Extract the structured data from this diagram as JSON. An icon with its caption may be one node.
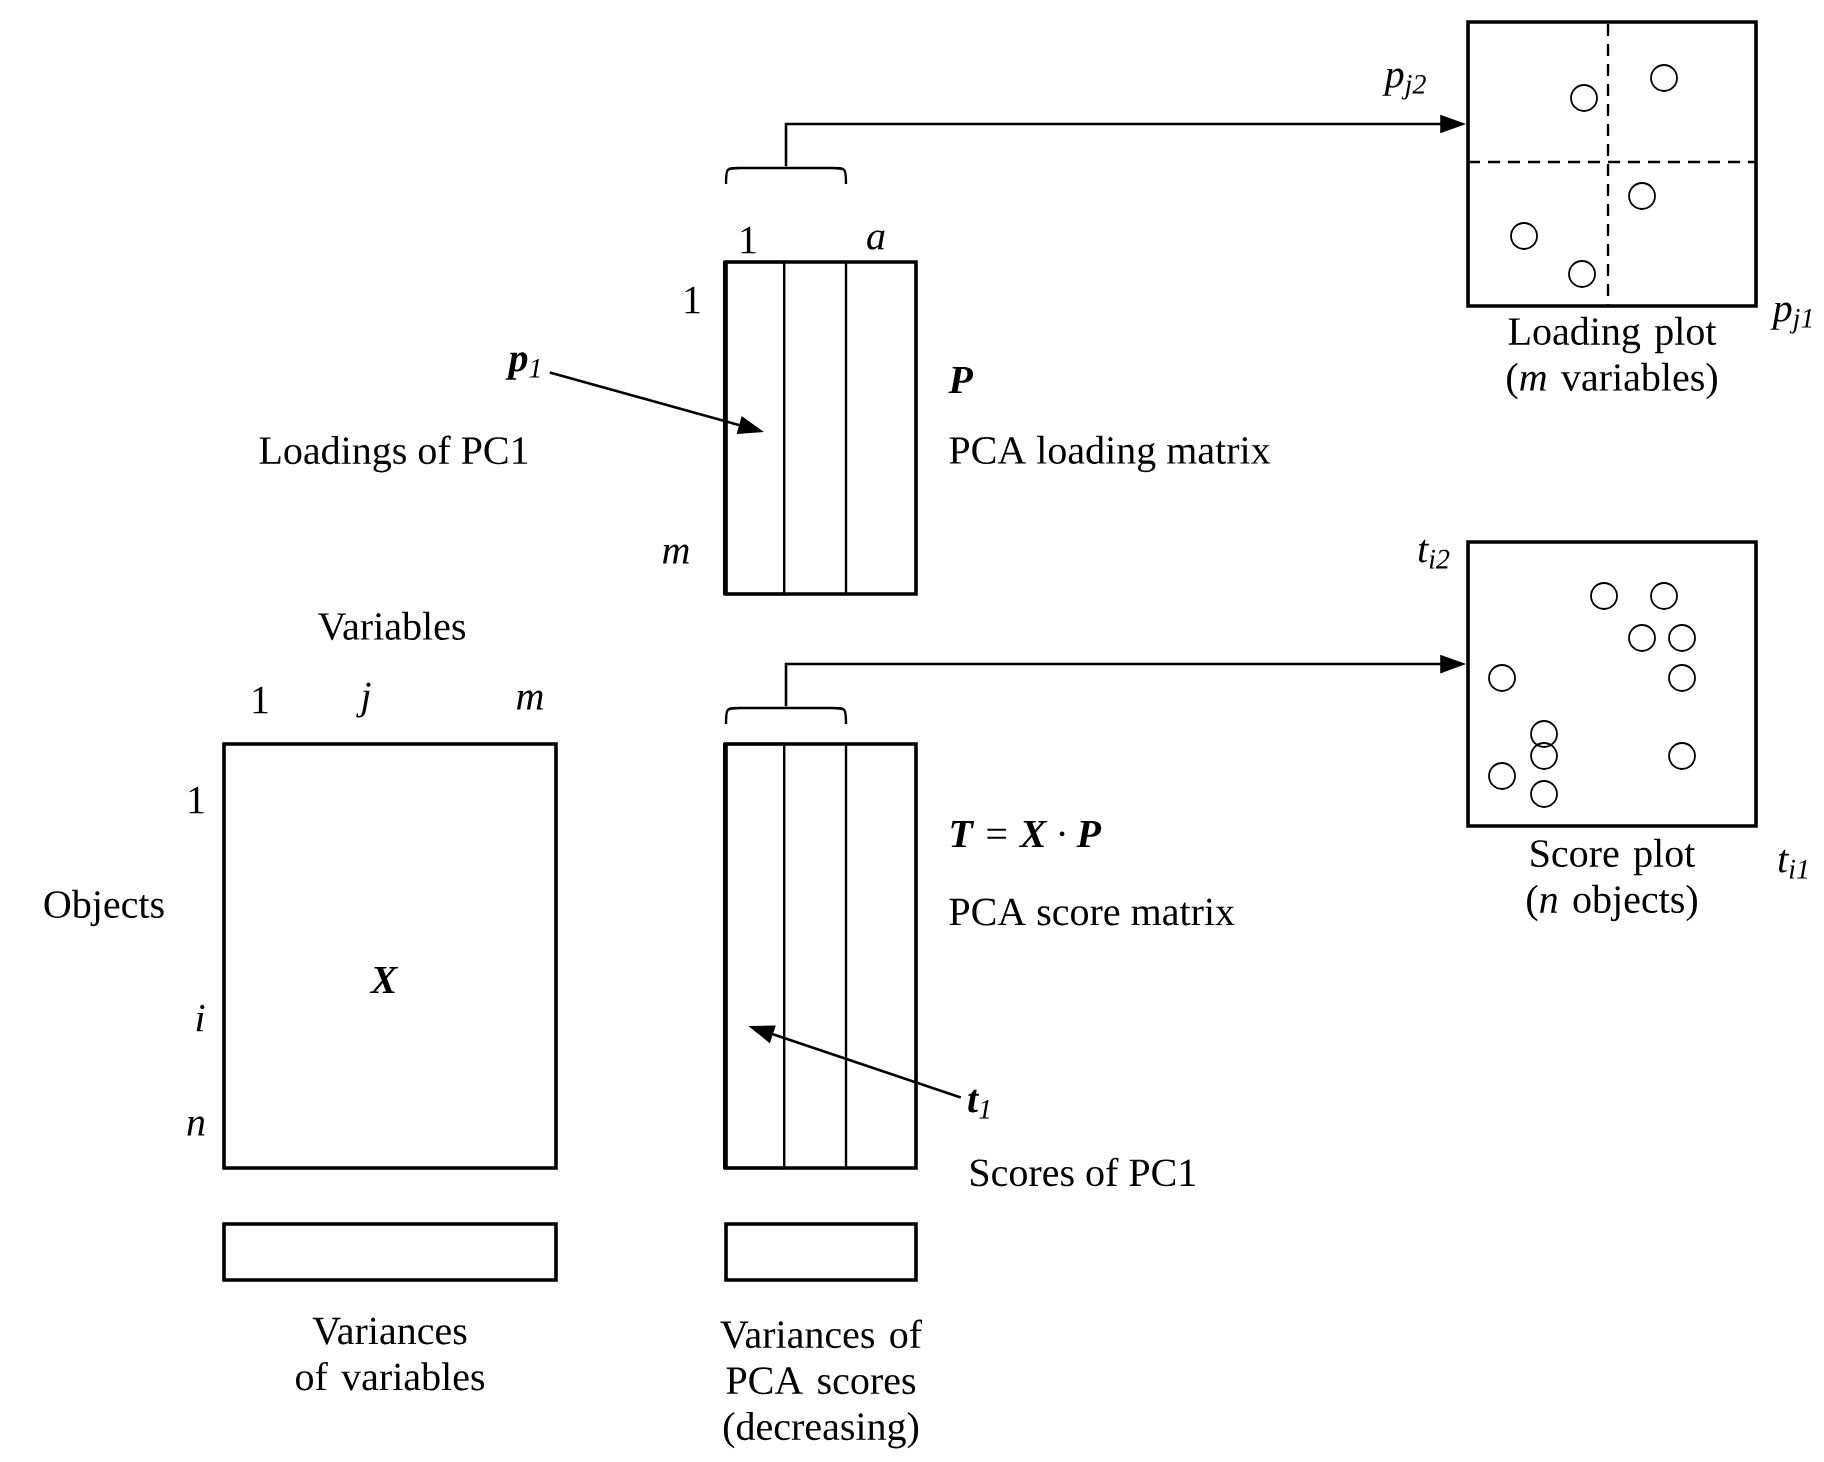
{
  "diagram": {
    "nodes": [
      {
        "text": [
          "X"
        ],
        "beside": [
          "Variables",
          "1",
          "j",
          "m",
          "1",
          "i",
          "n",
          "Objects"
        ]
      },
      {
        "text": [
          "Variances of variables"
        ]
      },
      {
        "text": [
          "P",
          "PCA loading matrix"
        ],
        "beside": [
          "1",
          "a",
          "1",
          "m"
        ]
      },
      {
        "text": [],
        "shape": "box",
        "in": 2
      },
      {
        "text": [
          "**p**$_{1}$"
        ],
        "beside": [
          "Loadings of PC1"
        ]
      },
      {
        "text": [
          "**T** = **X** · **P**",
          "PCA score matrix"
        ]
      },
      {
        "text": [],
        "shape": "box",
        "in": 5
      },
      {
        "text": [
          "**t**$_{1}$"
        ],
        "beside": [
          "Scores of PC1"
        ]
      },
      {
        "text": [
          "Variances of PCA scores (decreasing)"
        ]
      },
      {
        "text": [
          "Loading plot (*m* variables)"
        ],
        "beside": [
          "p$_{j2}$",
          "p$_{j1}$"
        ]
      },
      {
        "text": [
          "Score plot (*n* objects)"
        ],
        "beside": [
          "t$_{i2}$",
          "t$_{i1}$"
        ]
      }
    ],
    "edges": [
      {
        "from": 4,
        "to": 3,
        "arrow": "to"
      },
      {
        "from": 7,
        "to": 6,
        "arrow": "to"
      },
      {
        "from": 2,
        "to": 9,
        "arrow": "to"
      },
      {
        "from": 5,
        "to": 10,
        "arrow": "to"
      }
    ]
  }
}
